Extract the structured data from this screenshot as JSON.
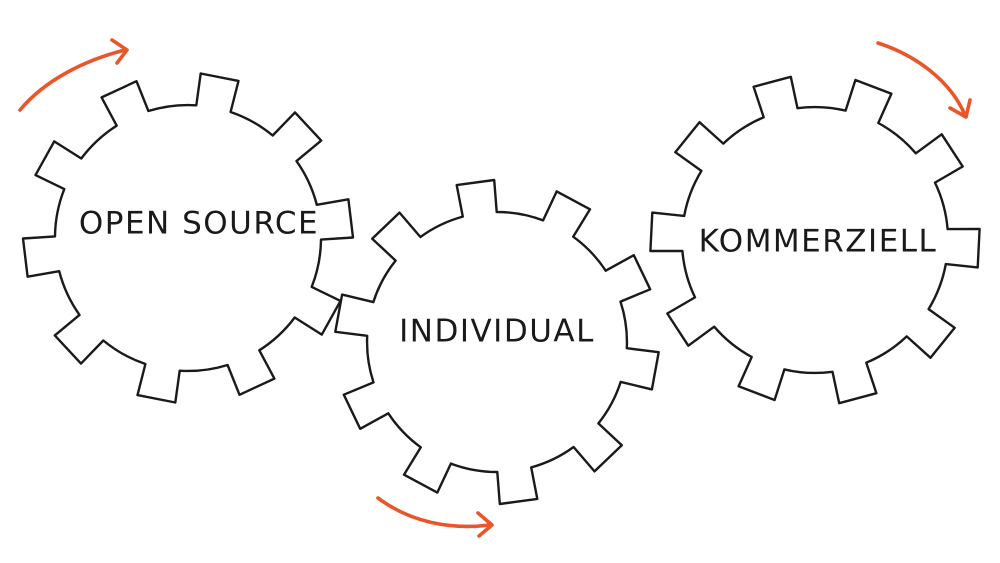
{
  "colors": {
    "ink": "#1a1a1a",
    "arrow": "#e8562a",
    "background": "#ffffff"
  },
  "gears": [
    {
      "id": "open-source",
      "label": "OPEN SOURCE",
      "teeth": 10
    },
    {
      "id": "individual",
      "label": "INDIVIDUAL",
      "teeth": 10
    },
    {
      "id": "kommerziell",
      "label": "KOMMERZIELL",
      "teeth": 10
    }
  ],
  "arrows": [
    {
      "id": "open-source",
      "icon": "curved-arrow-right-icon",
      "direction": "clockwise"
    },
    {
      "id": "individual",
      "icon": "curved-arrow-right-icon",
      "direction": "counterclockwise"
    },
    {
      "id": "kommerziell",
      "icon": "curved-arrow-down-icon",
      "direction": "clockwise"
    }
  ]
}
